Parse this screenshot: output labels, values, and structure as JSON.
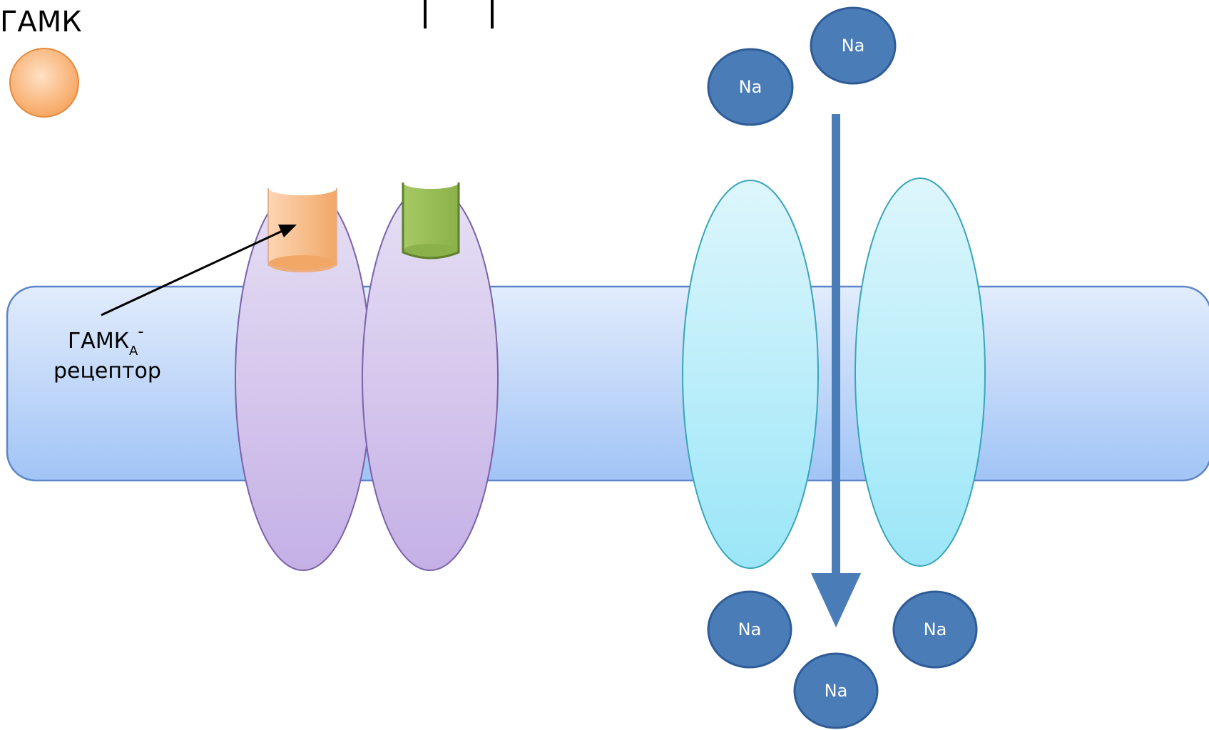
{
  "labels": {
    "gaba_title": "ГАМК",
    "receptor_main": "ГАМК",
    "receptor_sub": "А",
    "receptor_sup": "-",
    "receptor_line2": "рецептор"
  },
  "ions": [
    {
      "label": "Na"
    },
    {
      "label": "Na"
    },
    {
      "label": "Na"
    },
    {
      "label": "Na"
    },
    {
      "label": "Na"
    }
  ],
  "colors": {
    "gaba_ligand": "#F8A860",
    "membrane_top": "#DDE9FB",
    "membrane_bottom": "#A3C6F7",
    "membrane_border": "#5E86C7",
    "receptor_fill": "#D9CDEE",
    "receptor_border": "#7A62A8",
    "channel_fill": "#B8EEFA",
    "channel_border": "#38A5B8",
    "ion_fill": "#4A7CB8",
    "ion_border": "#2F5C96",
    "arrow": "#4A7CB8",
    "site_orange": "#F6B57E",
    "site_green": "#92B84E"
  }
}
